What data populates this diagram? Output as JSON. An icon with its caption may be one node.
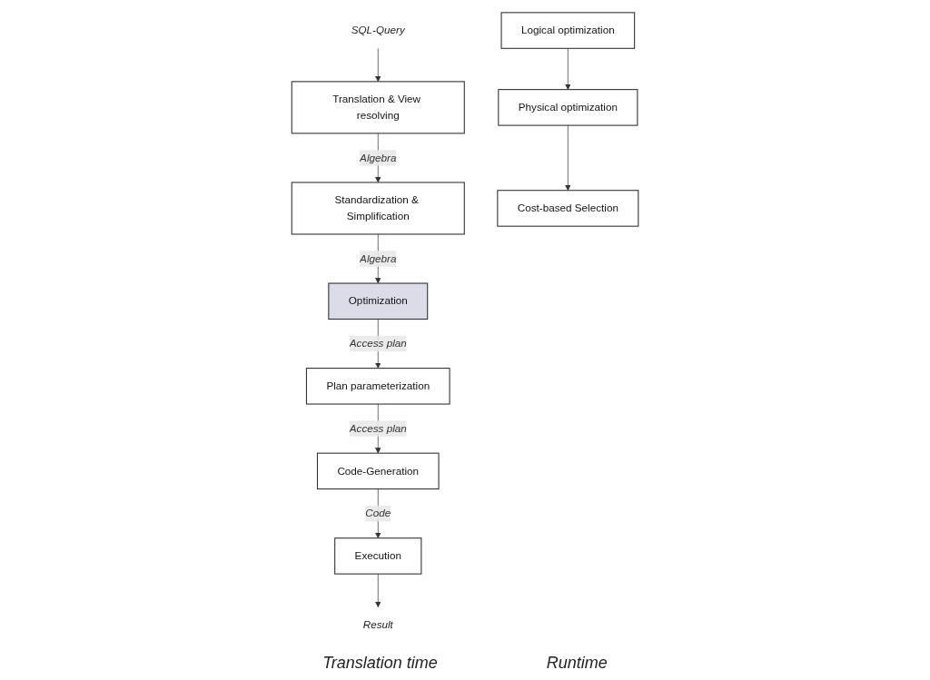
{
  "diagram": {
    "nodes": [
      {
        "text": [
          "SQL-Query"
        ]
      },
      {
        "text": [
          "Translation & View resolving"
        ]
      },
      {
        "text": [
          "Standardization & Simplification"
        ]
      },
      {
        "text": [
          "Optimization"
        ]
      },
      {
        "text": [
          "Plan parameterization"
        ]
      },
      {
        "text": [
          "Code-Generation"
        ]
      },
      {
        "text": [
          "Execution"
        ]
      },
      {
        "text": [
          "Result"
        ]
      },
      {
        "text": [
          "Logical optimization"
        ]
      },
      {
        "text": [
          "Physical optimization"
        ]
      },
      {
        "text": [
          "Cost-based Selection"
        ]
      }
    ],
    "edges": [
      {
        "from": 0,
        "to": 1,
        "arrow": "to"
      },
      {
        "from": 1,
        "to": 2,
        "label": "Algebra",
        "arrow": "to"
      },
      {
        "from": 2,
        "to": 3,
        "label": "Algebra",
        "arrow": "to"
      },
      {
        "from": 3,
        "to": 4,
        "label": "Access plan",
        "arrow": "to"
      },
      {
        "from": 4,
        "to": 5,
        "label": "Access plan",
        "arrow": "to"
      },
      {
        "from": 5,
        "to": 6,
        "label": "Code",
        "arrow": "to"
      },
      {
        "from": 6,
        "to": 7,
        "arrow": "to"
      },
      {
        "from": 8,
        "to": 9,
        "arrow": "to"
      },
      {
        "from": 9,
        "to": 10,
        "arrow": "to"
      }
    ],
    "labels": [
      "Translation time",
      "Runtime"
    ]
  }
}
